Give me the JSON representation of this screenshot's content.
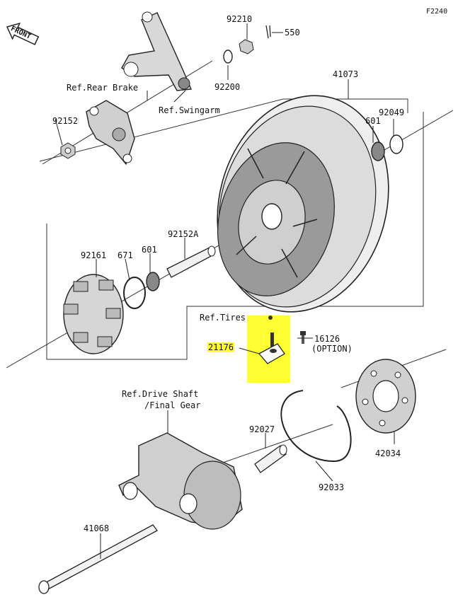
{
  "diagram_id": "F2240",
  "front_badge": "FRONT",
  "parts": {
    "p92210": "92210",
    "p550": "550",
    "p92200": "92200",
    "p41073": "41073",
    "p92049": "92049",
    "p601_top": "601",
    "p92152": "92152",
    "p92152A": "92152A",
    "p92161": "92161",
    "p671": "671",
    "p601_mid": "601",
    "p16126": "16126",
    "p16126_note": "(OPTION)",
    "p21176": "21176",
    "p92027": "92027",
    "p42034": "42034",
    "p92033": "92033",
    "p41068": "41068"
  },
  "refs": {
    "rear_brake": "Ref.Rear Brake",
    "swingarm": "Ref.Swingarm",
    "tires": "Ref.Tires",
    "drive_shaft_1": "Ref.Drive Shaft",
    "drive_shaft_2": "/Final Gear"
  },
  "colors": {
    "highlight": "#ffff33",
    "line": "#222222",
    "part_fill": "#cfcfcf",
    "part_dark": "#6b6b6b"
  }
}
